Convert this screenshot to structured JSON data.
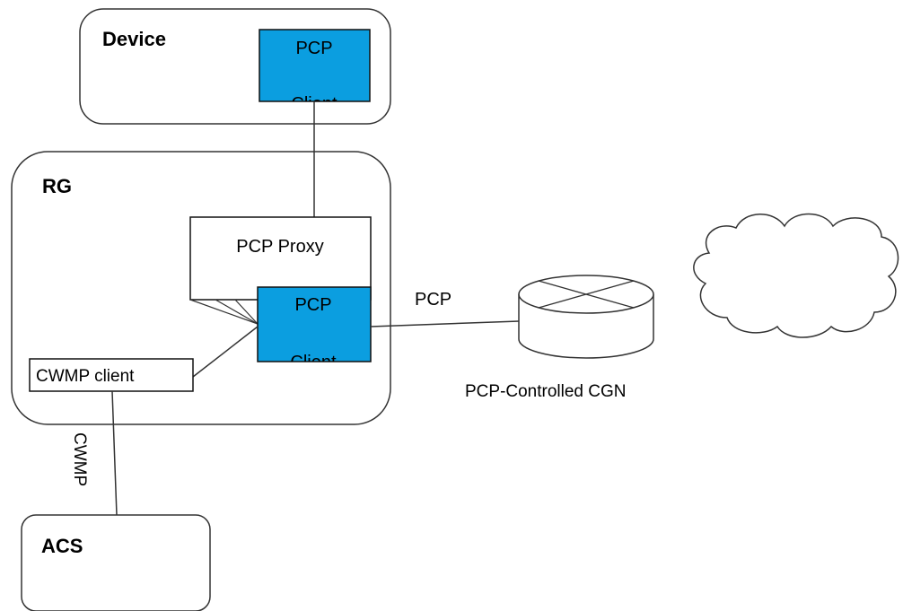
{
  "nodes": {
    "device": {
      "title": "Device",
      "client_line1": "PCP",
      "client_line2": "Client"
    },
    "rg": {
      "title": "RG",
      "proxy_label": "PCP Proxy",
      "client_line1": "PCP",
      "client_line2": "Client",
      "cwmp_client_label": "CWMP client"
    },
    "acs": {
      "title": "ACS"
    },
    "cgn": {
      "label": "PCP-Controlled  CGN"
    }
  },
  "links": {
    "rg_cgn_label": "PCP",
    "rg_acs_label": "CWMP"
  },
  "colors": {
    "client_fill": "#0b9ee0",
    "stroke": "#333333"
  }
}
